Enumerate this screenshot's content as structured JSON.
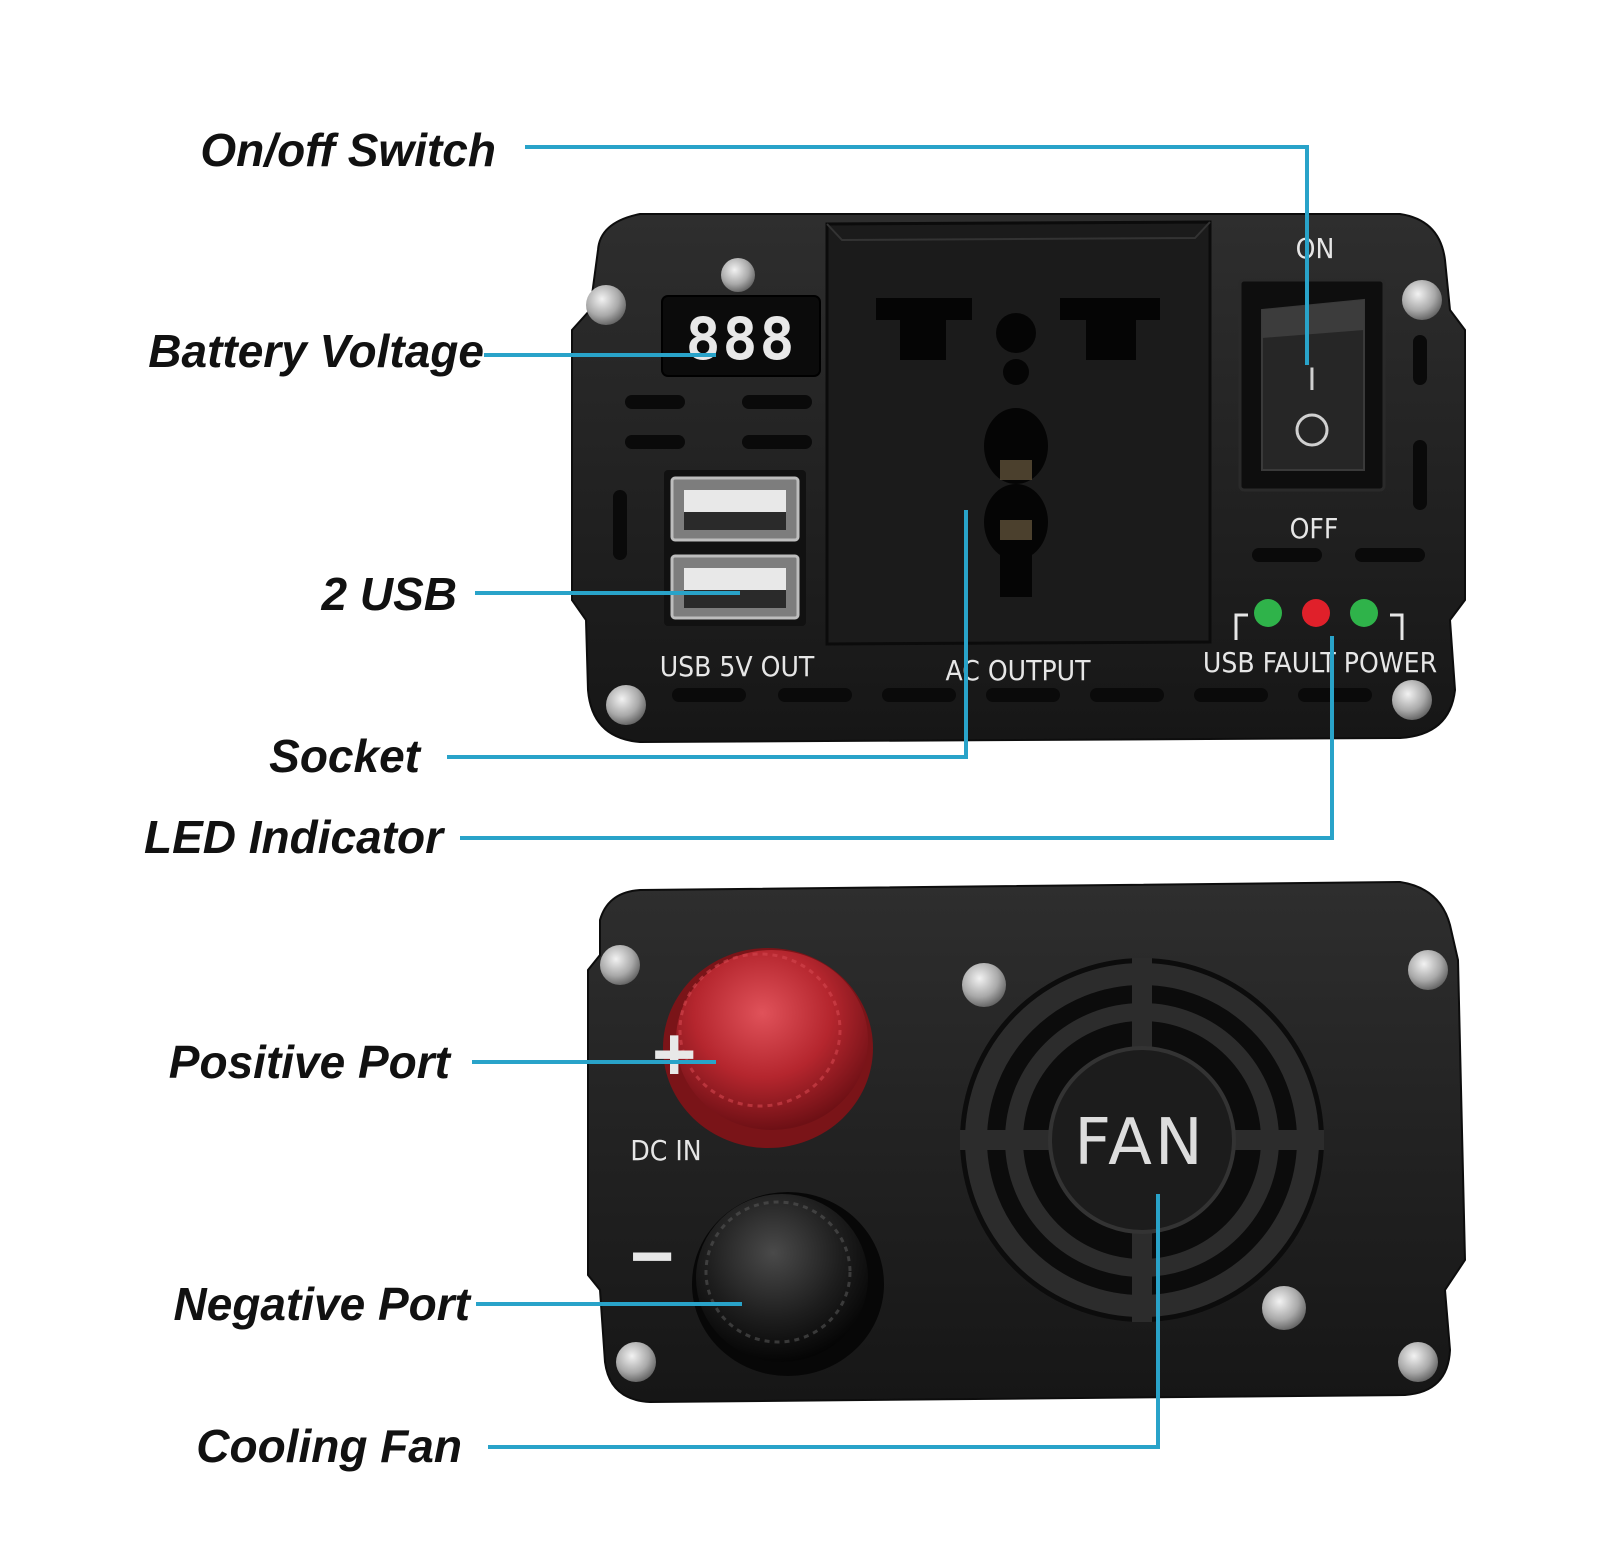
{
  "callouts": {
    "on_off_switch": "On/off Switch",
    "battery_voltage": "Battery Voltage",
    "usb": "2 USB",
    "socket": "Socket",
    "led_indicator": "LED Indicator",
    "positive_port": "Positive Port",
    "negative_port": "Negative Port",
    "cooling_fan": "Cooling Fan"
  },
  "front_panel": {
    "switch_on": "ON",
    "switch_off": "OFF",
    "switch_symbol_on": "I",
    "switch_symbol_off": "O",
    "display_readout": "888",
    "usb_label": "USB  5V  OUT",
    "ac_label": "AC OUTPUT",
    "led_labels": "USB FAULT POWER",
    "led_colors": {
      "usb": "#2fb34a",
      "fault": "#e0202a",
      "power": "#2fb34a"
    }
  },
  "rear_panel": {
    "dc_in": "DC  IN",
    "plus": "+",
    "minus": "−",
    "fan_label": "FAN",
    "positive_color": "#b5262e",
    "negative_color": "#1a1a1a"
  },
  "colors": {
    "callout_line": "#29a3c9",
    "body": "#232323"
  }
}
